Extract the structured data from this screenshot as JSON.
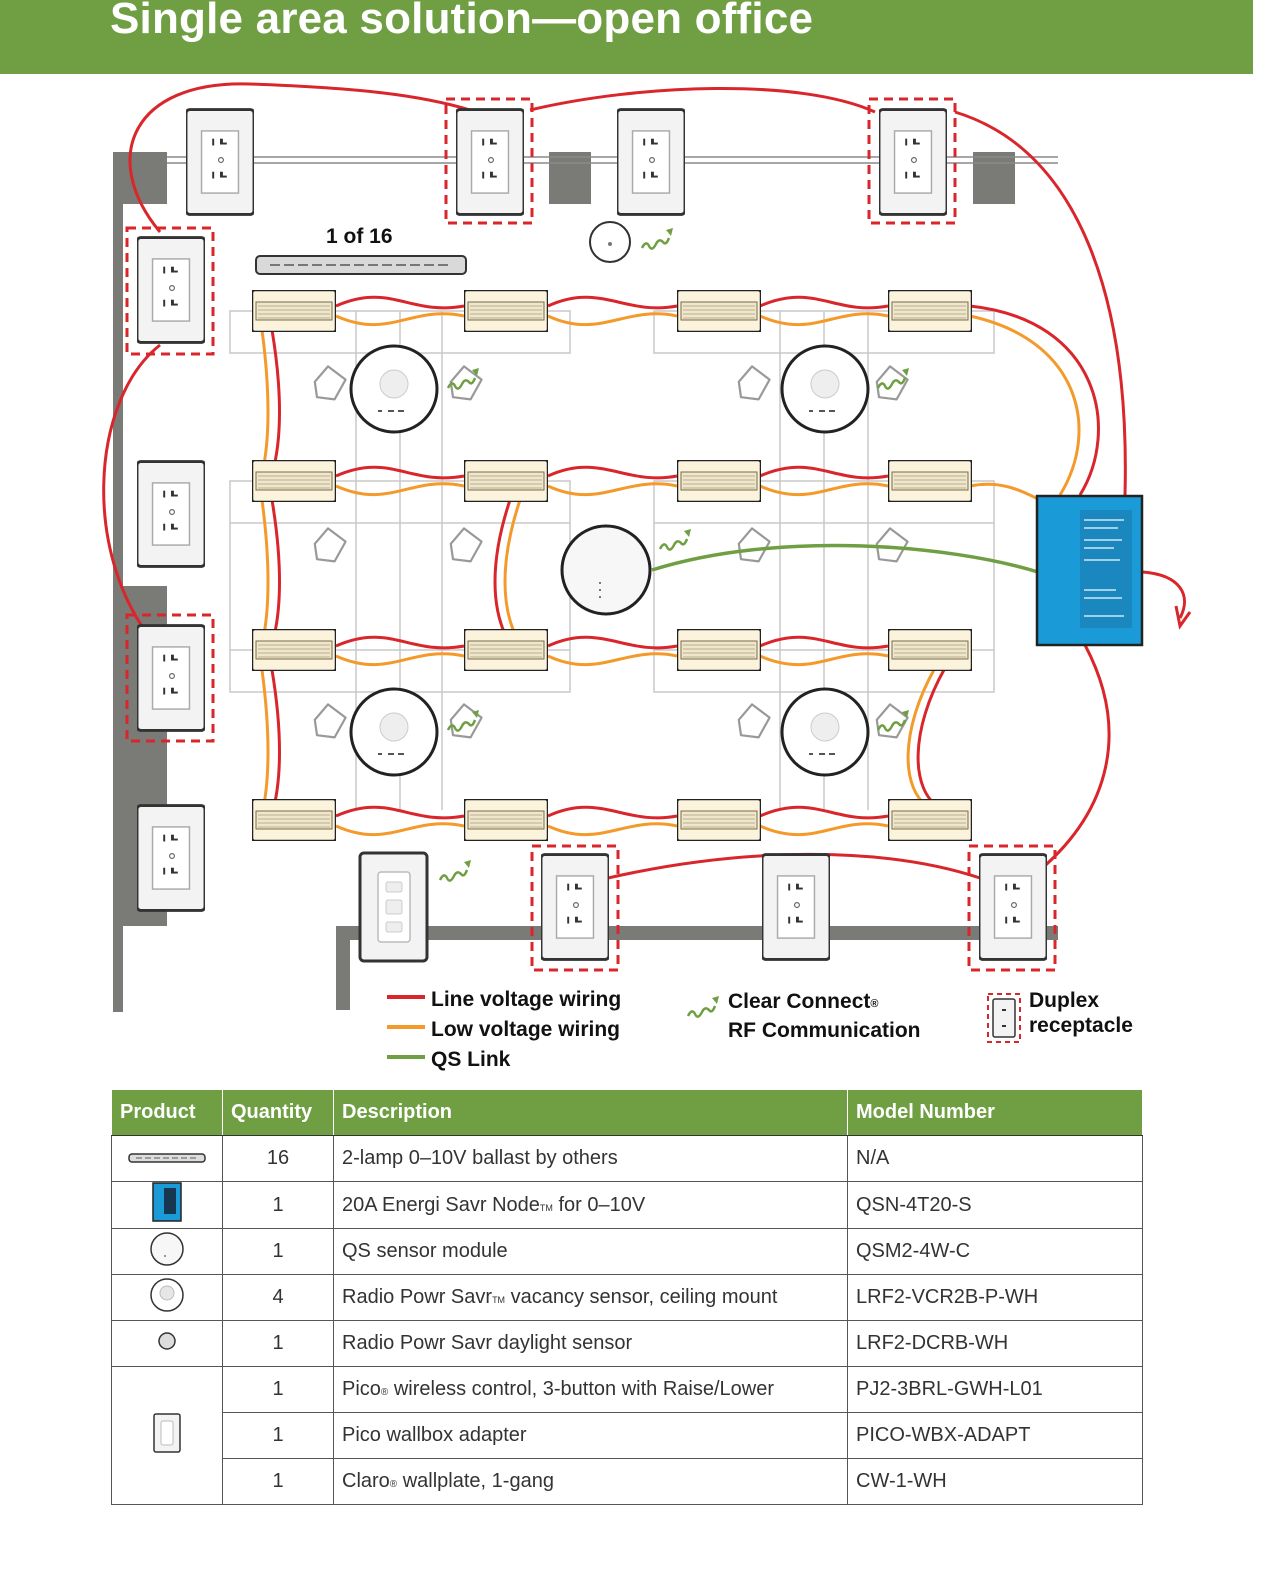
{
  "header": {
    "title": "Single area solution—open office"
  },
  "diagram": {
    "ballast_label": "1 of 16",
    "legend": {
      "line_voltage": "Line voltage wiring",
      "low_voltage": "Low voltage wiring",
      "qs_link": "QS Link",
      "rf_line1": "Clear Connect",
      "rf_reg": "®",
      "rf_line2": "RF Communication",
      "duplex_line1": "Duplex",
      "duplex_line2": "receptacle"
    },
    "colors": {
      "line_voltage": "#d9262b",
      "low_voltage": "#f39a2b",
      "qs_link": "#6f9f42",
      "header": "#6f9f42",
      "node": "#1a9ad6"
    }
  },
  "table": {
    "headers": {
      "product": "Product",
      "quantity": "Quantity",
      "description": "Description",
      "model": "Model Number"
    },
    "rows": [
      {
        "icon": "ballast-icon",
        "quantity": "16",
        "description": "2-lamp 0–10V ballast by others",
        "model": "N/A"
      },
      {
        "icon": "energi-savr-node-icon",
        "quantity": "1",
        "description_main": "20A Energi Savr Node",
        "description_mark": "TM",
        "description_tail": " for 0–10V",
        "model": "QSN-4T20-S"
      },
      {
        "icon": "qs-sensor-module-icon",
        "quantity": "1",
        "description": "QS sensor module",
        "model": "QSM2-4W-C"
      },
      {
        "icon": "vacancy-sensor-icon",
        "quantity": "4",
        "description_main": "Radio Powr Savr",
        "description_mark": "TM",
        "description_tail": " vacancy sensor, ceiling mount",
        "model": "LRF2-VCR2B-P-WH"
      },
      {
        "icon": "daylight-sensor-icon",
        "quantity": "1",
        "description": "Radio Powr Savr daylight sensor",
        "model": "LRF2-DCRB-WH"
      },
      {
        "icon": "pico-control-icon",
        "quantity": "1",
        "description_main": "Pico",
        "description_mark": "®",
        "description_tail": " wireless control, 3-button with Raise/Lower",
        "model": "PJ2-3BRL-GWH-L01"
      },
      {
        "quantity": "1",
        "description": "Pico wallbox adapter",
        "model": "PICO-WBX-ADAPT"
      },
      {
        "quantity": "1",
        "description_main": "Claro",
        "description_mark": "®",
        "description_tail": " wallplate, 1-gang",
        "model": "CW-1-WH"
      }
    ]
  }
}
